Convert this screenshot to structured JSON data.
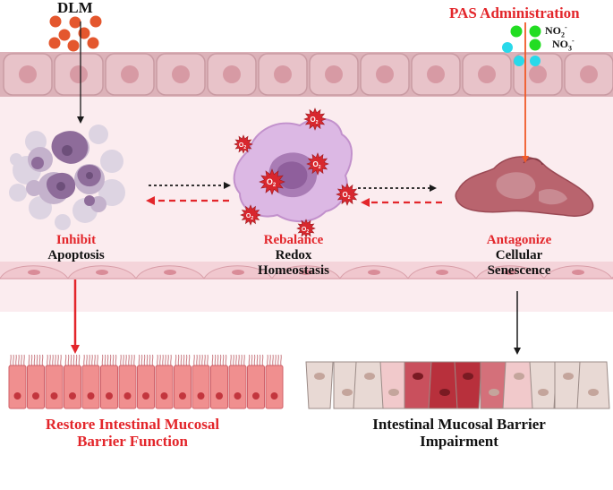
{
  "top": {
    "drug_left": "DLM",
    "drug_right": "PAS Administration",
    "no2": "NO",
    "no2_sub": "2",
    "no2_sup": "-",
    "no3": "NO",
    "no3_sub": "3",
    "no3_sup": "-"
  },
  "labels": {
    "left_verb": "Inhibit",
    "left_obj": "Apoptosis",
    "mid_verb": "Rebalance",
    "mid_obj_1": "Redox",
    "mid_obj_2": "Homeostasis",
    "right_verb": "Antagonize",
    "right_obj_1": "Cellular",
    "right_obj_2": "Senescence"
  },
  "outcomes": {
    "left_1": "Restore Intestinal Mucosal",
    "left_2": "Barrier Function",
    "right_1": "Intestinal Mucosal Barrier",
    "right_2": "Impairment"
  },
  "ros_label": "O",
  "ros_sub": "2",
  "colors": {
    "accent_red": "#e3262b",
    "cell_wall": "#e0b8bf",
    "cell_nucleus": "#cf8d99",
    "background_tint": "#fbecef"
  }
}
